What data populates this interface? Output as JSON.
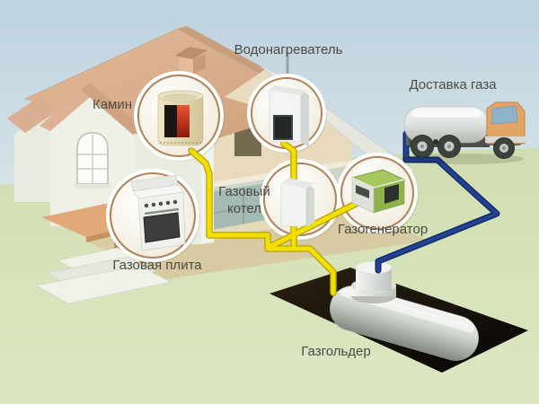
{
  "labels": {
    "fireplace": "Камин",
    "water_heater": "Водонагреватель",
    "gas_boiler": "Газовый котел",
    "gas_stove": "Газовая плита",
    "gas_generator": "Газогенератор",
    "gas_delivery": "Доставка газа",
    "gas_holder": "Газгольдер"
  },
  "colors": {
    "gas_pipe_yellow": "#F2DF00",
    "delivery_pipe_blue": "#234295",
    "label_text": "#4B4A42",
    "sky": "#C3D7E2",
    "grass": "#D6E2B8",
    "roof": "#D8B091",
    "truck_cab_orange": "#E2A566",
    "generator_green": "#A5C75C",
    "callout_ring": "#B1835C"
  },
  "connections": [
    {
      "from": "gas_delivery",
      "to": "gas_holder",
      "pipe": "blue"
    },
    {
      "from": "gas_holder",
      "to": "gas_boiler",
      "pipe": "yellow"
    },
    {
      "from": "gas_holder",
      "to": "gas_generator",
      "pipe": "yellow"
    },
    {
      "from": "gas_boiler",
      "to": "water_heater",
      "pipe": "yellow"
    },
    {
      "from": "gas_boiler",
      "to": "fireplace",
      "pipe": "yellow"
    },
    {
      "from": "gas_boiler",
      "to": "gas_stove",
      "pipe": "yellow"
    }
  ]
}
